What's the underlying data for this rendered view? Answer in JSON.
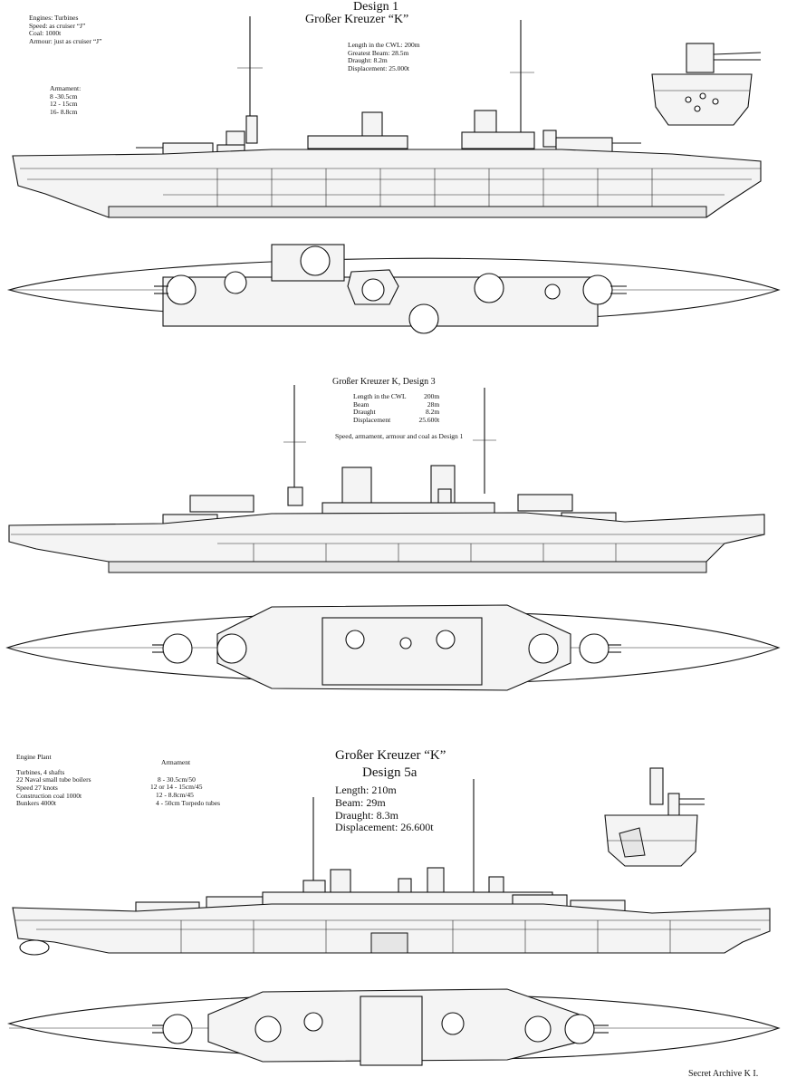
{
  "design1": {
    "title": "Design 1",
    "subtitle": "Großer Kreuzer “K”",
    "machinery": [
      "Engines: Turbines",
      "Speed: as cruiser “J”",
      "Coal: 1000t",
      "Armour: just as cruiser “J”"
    ],
    "armament_heading": "Armament:",
    "armament": [
      "8 -30.5cm",
      "12 - 15cm",
      "16- 8.8cm"
    ],
    "dimensions": [
      "Length in the CWL:  200m",
      "Greatest Beam:  28.5m",
      "Draught:  8.2m",
      "Displacement:  25.000t"
    ]
  },
  "design3": {
    "title": "Großer  Kreuzer  K,  Design 3",
    "dimensions": [
      {
        "label": "Length in the CWL",
        "value": "200m"
      },
      {
        "label": "Beam",
        "value": "28m"
      },
      {
        "label": "Draught",
        "value": "8.2m"
      },
      {
        "label": "Displacement",
        "value": "25.600t"
      }
    ],
    "note": "Speed, armament, armour and coal as Design 1"
  },
  "design5a": {
    "title": "Großer  Kreuzer  “K”",
    "subtitle": "Design  5a",
    "engine_heading": "Engine Plant",
    "engine": [
      "Turbines, 4 shafts",
      "22 Naval small tube boilers",
      "Speed   27 knots",
      "Construction coal   1000t",
      "Bunkers   4000t"
    ],
    "armament_heading": "Armament",
    "armament": [
      "8 - 30.5cm/50",
      "12 or 14 - 15cm/45",
      "12 - 8.8cm/45",
      "4 - 50cm Torpedo tubes"
    ],
    "dimensions": [
      "Length:   210m",
      "Beam:   29m",
      "Draught:   8.3m",
      "Displacement:   26.600t"
    ]
  },
  "footer": "Secret Archive  K I."
}
